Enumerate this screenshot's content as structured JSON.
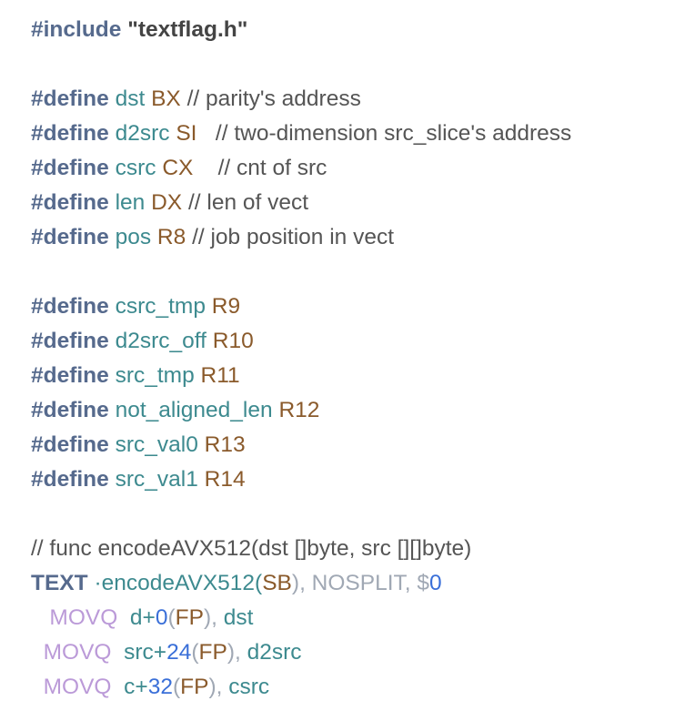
{
  "code_lines": [
    [
      [
        "kw",
        "#include"
      ],
      [
        "pl",
        " "
      ],
      [
        "str",
        "\"textflag.h\""
      ]
    ],
    [],
    [
      [
        "kw",
        "#define"
      ],
      [
        "pl",
        " "
      ],
      [
        "nm",
        "dst"
      ],
      [
        "pl",
        " "
      ],
      [
        "reg",
        "BX"
      ],
      [
        "pl",
        " "
      ],
      [
        "cm",
        "// parity's address"
      ]
    ],
    [
      [
        "kw",
        "#define"
      ],
      [
        "pl",
        " "
      ],
      [
        "nm",
        "d2src"
      ],
      [
        "pl",
        " "
      ],
      [
        "reg",
        "SI"
      ],
      [
        "pl",
        "   "
      ],
      [
        "cm",
        "// two-dimension src_slice's address"
      ]
    ],
    [
      [
        "kw",
        "#define"
      ],
      [
        "pl",
        " "
      ],
      [
        "nm",
        "csrc"
      ],
      [
        "pl",
        " "
      ],
      [
        "reg",
        "CX"
      ],
      [
        "pl",
        "    "
      ],
      [
        "cm",
        "// cnt of src"
      ]
    ],
    [
      [
        "kw",
        "#define"
      ],
      [
        "pl",
        " "
      ],
      [
        "nm",
        "len"
      ],
      [
        "pl",
        " "
      ],
      [
        "reg",
        "DX"
      ],
      [
        "pl",
        " "
      ],
      [
        "cm",
        "// len of vect"
      ]
    ],
    [
      [
        "kw",
        "#define"
      ],
      [
        "pl",
        " "
      ],
      [
        "nm",
        "pos"
      ],
      [
        "pl",
        " "
      ],
      [
        "reg",
        "R8"
      ],
      [
        "pl",
        " "
      ],
      [
        "cm",
        "// job position in vect"
      ]
    ],
    [],
    [
      [
        "kw",
        "#define"
      ],
      [
        "pl",
        " "
      ],
      [
        "nm",
        "csrc_tmp"
      ],
      [
        "pl",
        " "
      ],
      [
        "reg",
        "R9"
      ]
    ],
    [
      [
        "kw",
        "#define"
      ],
      [
        "pl",
        " "
      ],
      [
        "nm",
        "d2src_off"
      ],
      [
        "pl",
        " "
      ],
      [
        "reg",
        "R10"
      ]
    ],
    [
      [
        "kw",
        "#define"
      ],
      [
        "pl",
        " "
      ],
      [
        "nm",
        "src_tmp"
      ],
      [
        "pl",
        " "
      ],
      [
        "reg",
        "R11"
      ]
    ],
    [
      [
        "kw",
        "#define"
      ],
      [
        "pl",
        " "
      ],
      [
        "nm",
        "not_aligned_len"
      ],
      [
        "pl",
        " "
      ],
      [
        "reg",
        "R12"
      ]
    ],
    [
      [
        "kw",
        "#define"
      ],
      [
        "pl",
        " "
      ],
      [
        "nm",
        "src_val0"
      ],
      [
        "pl",
        " "
      ],
      [
        "reg",
        "R13"
      ]
    ],
    [
      [
        "kw",
        "#define"
      ],
      [
        "pl",
        " "
      ],
      [
        "nm",
        "src_val1"
      ],
      [
        "pl",
        " "
      ],
      [
        "reg",
        "R14"
      ]
    ],
    [],
    [
      [
        "cm",
        "// func encodeAVX512(dst []byte, src [][]byte)"
      ]
    ],
    [
      [
        "tx",
        "TEXT"
      ],
      [
        "pl",
        " "
      ],
      [
        "nm",
        "·encodeAVX512("
      ],
      [
        "reg",
        "SB"
      ],
      [
        "gy",
        "), NOSPLIT, $"
      ],
      [
        "num",
        "0"
      ]
    ],
    [
      [
        "pl",
        "   "
      ],
      [
        "ins",
        "MOVQ"
      ],
      [
        "pl",
        "  "
      ],
      [
        "nm",
        "d+"
      ],
      [
        "num",
        "0"
      ],
      [
        "gy",
        "("
      ],
      [
        "reg",
        "FP"
      ],
      [
        "gy",
        "),"
      ],
      [
        "pl",
        " "
      ],
      [
        "nm",
        "dst"
      ]
    ],
    [
      [
        "pl",
        "  "
      ],
      [
        "ins",
        "MOVQ"
      ],
      [
        "pl",
        "  "
      ],
      [
        "nm",
        "src+"
      ],
      [
        "num",
        "24"
      ],
      [
        "gy",
        "("
      ],
      [
        "reg",
        "FP"
      ],
      [
        "gy",
        "),"
      ],
      [
        "pl",
        " "
      ],
      [
        "nm",
        "d2src"
      ]
    ],
    [
      [
        "pl",
        "  "
      ],
      [
        "ins",
        "MOVQ"
      ],
      [
        "pl",
        "  "
      ],
      [
        "nm",
        "c+"
      ],
      [
        "num",
        "32"
      ],
      [
        "gy",
        "("
      ],
      [
        "reg",
        "FP"
      ],
      [
        "gy",
        "),"
      ],
      [
        "pl",
        " "
      ],
      [
        "nm",
        "csrc"
      ]
    ]
  ]
}
